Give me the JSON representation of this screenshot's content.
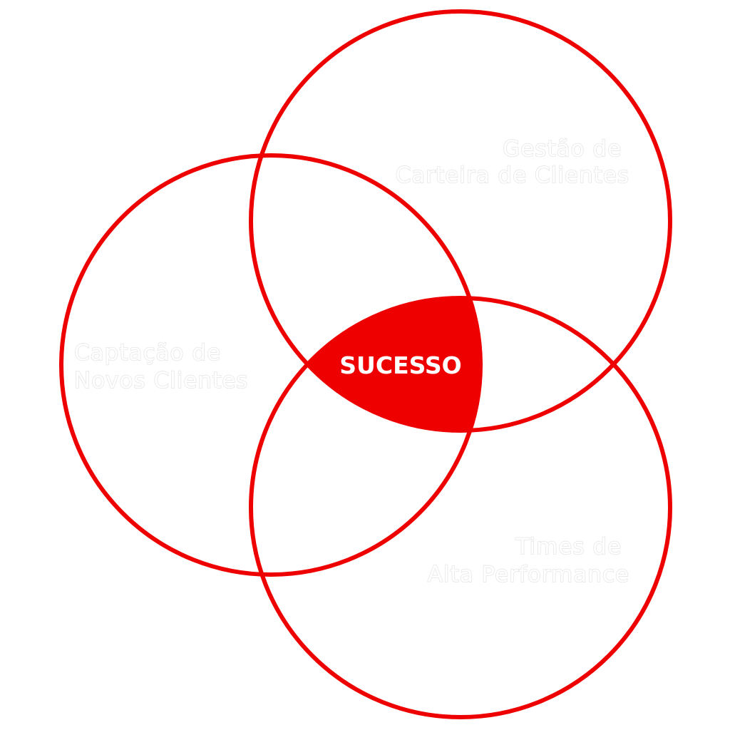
{
  "colors": {
    "accent": "#ee0000",
    "label_fill": "#ffffff",
    "label_outline": "#e6e6e6",
    "background": "#ffffff"
  },
  "circles": [
    {
      "id": "top-right",
      "lines": [
        "Gestão de",
        "Carteira de Clientes"
      ]
    },
    {
      "id": "left",
      "lines": [
        "Captação de",
        "Novos Clientes"
      ]
    },
    {
      "id": "bottom-right",
      "lines": [
        "Times de",
        "Alta Performance"
      ]
    }
  ],
  "center": {
    "label": "SUCESSO"
  }
}
